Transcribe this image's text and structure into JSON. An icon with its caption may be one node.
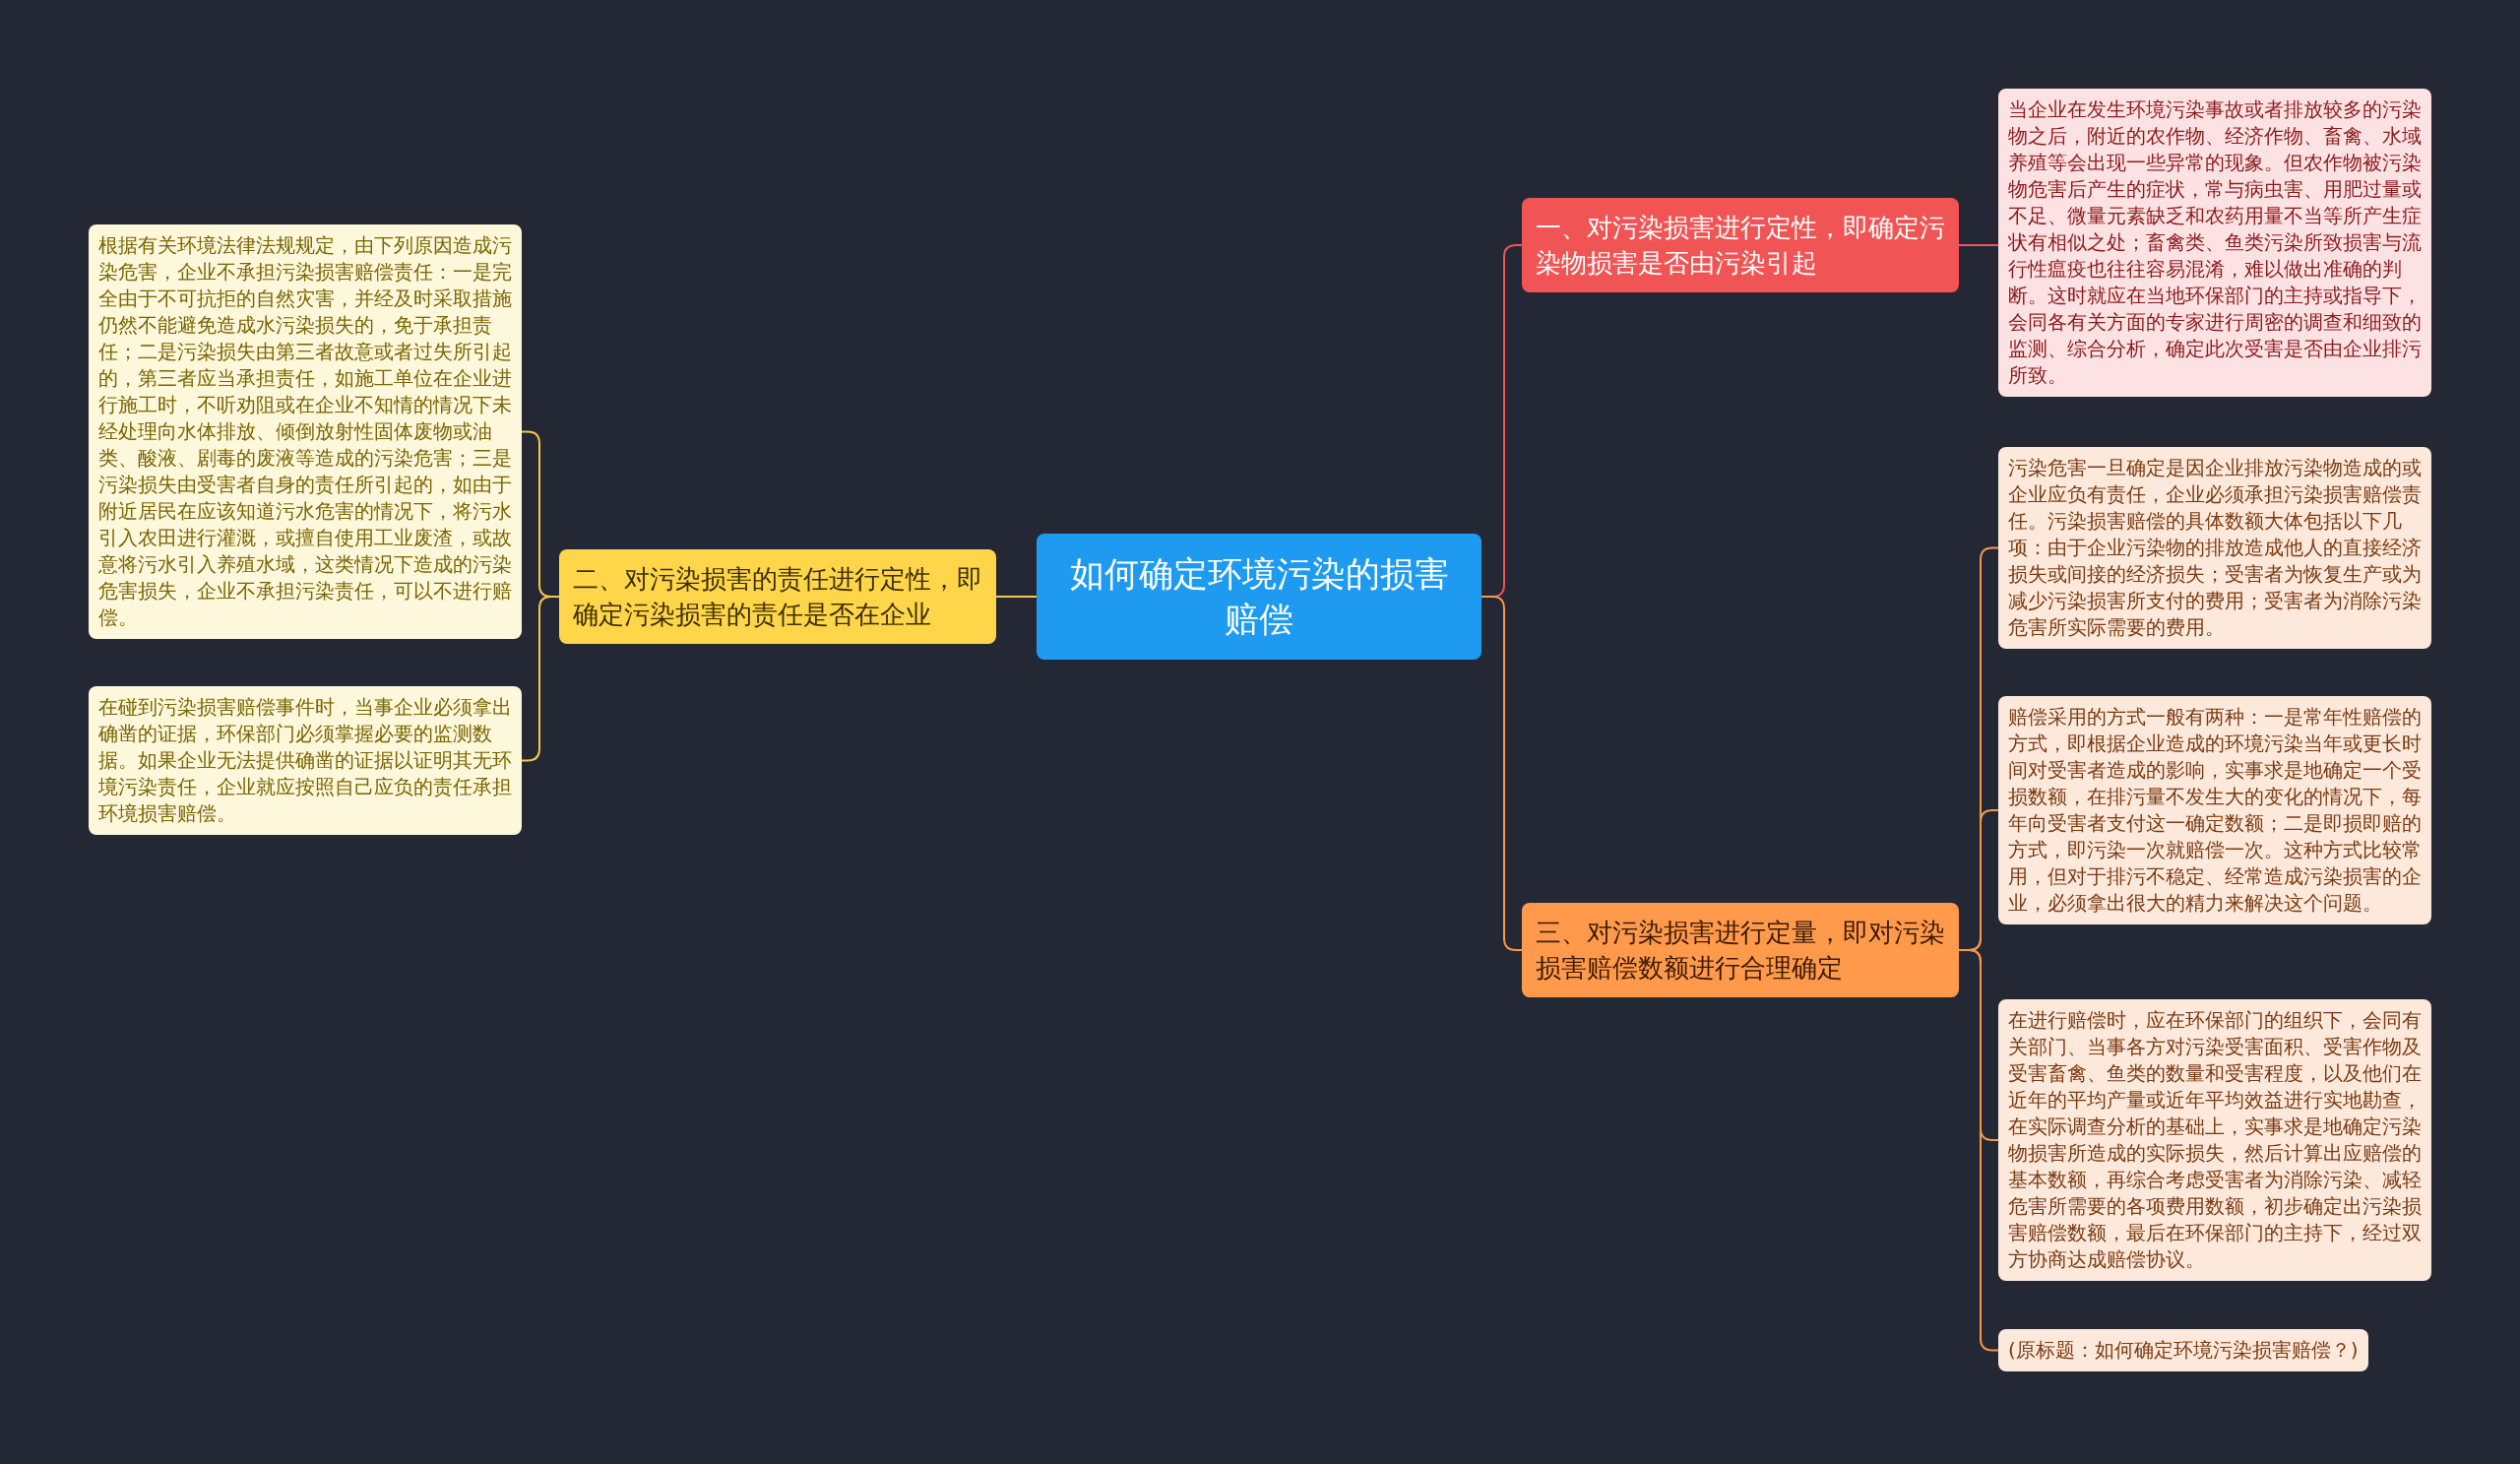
{
  "diagram": {
    "nodes": [
      {
        "text": [
          "如何确定环境污染的损害赔偿"
        ]
      },
      {
        "text": [
          "一、对污染损害进行定性，即确定污染物损害是否由污染引起"
        ]
      },
      {
        "text": [
          "当企业在发生环境污染事故或者排放较多的污染物之后，附近的农作物、经济作物、畜禽、水域养殖等会出现一些异常的现象。但农作物被污染物危害后产生的症状，常与病虫害、用肥过量或不足、微量元素缺乏和农药用量不当等所产生症状有相似之处；畜禽类、鱼类污染所致损害与流行性瘟疫也往往容易混淆，难以做出准确的判断。这时就应在当地环保部门的主持或指导下，会同各有关方面的专家进行周密的调查和细致的监测、综合分析，确定此次受害是否由企业排污所致。"
        ]
      },
      {
        "text": [
          "二、对污染损害的责任进行定性，即确定污染损害的责任是否在企业"
        ]
      },
      {
        "text": [
          "根据有关环境法律法规规定，由下列原因造成污染危害，企业不承担污染损害赔偿责任：一是完全由于不可抗拒的自然灾害，并经及时采取措施仍然不能避免造成水污染损失的，免于承担责任；二是污染损失由第三者故意或者过失所引起的，第三者应当承担责任，如施工单位在企业进行施工时，不听劝阻或在企业不知情的情况下未经处理向水体排放、倾倒放射性固体废物或油类、酸液、剧毒的废液等造成的污染危害；三是污染损失由受害者自身的责任所引起的，如由于附近居民在应该知道污水危害的情况下，将污水引入农田进行灌溉，或擅自使用工业废渣，或故意将污水引入养殖水域，这类情况下造成的污染危害损失，企业不承担污染责任，可以不进行赔偿。"
        ]
      },
      {
        "text": [
          "在碰到污染损害赔偿事件时，当事企业必须拿出确凿的证据，环保部门必须掌握必要的监测数据。如果企业无法提供确凿的证据以证明其无环境污染责任，企业就应按照自己应负的责任承担环境损害赔偿。"
        ]
      },
      {
        "text": [
          "三、对污染损害进行定量，即对污染损害赔偿数额进行合理确定"
        ]
      },
      {
        "text": [
          "污染危害一旦确定是因企业排放污染物造成的或企业应负有责任，企业必须承担污染损害赔偿责任。污染损害赔偿的具体数额大体包括以下几项：由于企业污染物的排放造成他人的直接经济损失或间接的经济损失；受害者为恢复生产或为减少污染损害所支付的费用；受害者为消除污染危害所实际需要的费用。"
        ]
      },
      {
        "text": [
          "赔偿采用的方式一般有两种：一是常年性赔偿的方式，即根据企业造成的环境污染当年或更长时间对受害者造成的影响，实事求是地确定一个受损数额，在排污量不发生大的变化的情况下，每年向受害者支付这一确定数额；二是即损即赔的方式，即污染一次就赔偿一次。这种方式比较常用，但对于排污不稳定、经常造成污染损害的企业，必须拿出很大的精力来解决这个问题。"
        ]
      },
      {
        "text": [
          "在进行赔偿时，应在环保部门的组织下，会同有关部门、当事各方对污染受害面积、受害作物及受害畜禽、鱼类的数量和受害程度，以及他们在近年的平均产量或近年平均效益进行实地勘查，在实际调查分析的基础上，实事求是地确定污染物损害所造成的实际损失，然后计算出应赔偿的基本数额，再综合考虑受害者为消除污染、减轻危害所需要的各项费用数额，初步确定出污染损害赔偿数额，最后在环保部门的主持下，经过双方协商达成赔偿协议。"
        ]
      },
      {
        "text": [
          "(原标题：如何确定环境污染损害赔偿？)"
        ]
      }
    ],
    "edges": [
      {
        "from": 0,
        "to": 1,
        "arrow": "none",
        "color": "#f05454"
      },
      {
        "from": 1,
        "to": 2,
        "arrow": "none",
        "color": "#f05454"
      },
      {
        "from": 0,
        "to": 3,
        "arrow": "none",
        "color": "#f5c84a"
      },
      {
        "from": 3,
        "to": 4,
        "arrow": "none",
        "color": "#f5c84a"
      },
      {
        "from": 3,
        "to": 5,
        "arrow": "none",
        "color": "#f5c84a"
      },
      {
        "from": 0,
        "to": 6,
        "arrow": "none"
      },
      {
        "from": 6,
        "to": 7,
        "arrow": "none"
      },
      {
        "from": 6,
        "to": 8,
        "arrow": "none"
      },
      {
        "from": 6,
        "to": 9,
        "arrow": "none"
      },
      {
        "from": 6,
        "to": 10,
        "arrow": "none"
      }
    ]
  }
}
